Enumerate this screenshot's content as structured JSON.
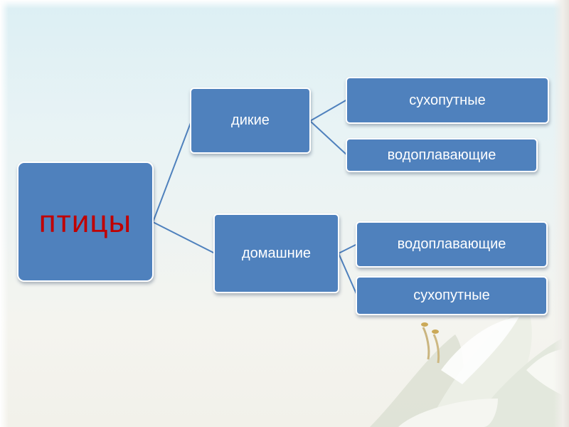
{
  "diagram": {
    "root": {
      "label": "птицы"
    },
    "branches": [
      {
        "label": "дикие",
        "children": [
          {
            "label": "сухопутные"
          },
          {
            "label": "водоплавающие"
          }
        ]
      },
      {
        "label": "домашние",
        "children": [
          {
            "label": "водоплавающие"
          },
          {
            "label": "сухопутные"
          }
        ]
      }
    ]
  },
  "colors": {
    "node_fill": "#4f81bd",
    "node_border": "#ffffff",
    "root_text": "#c00000",
    "node_text": "#ffffff",
    "connector": "#4f81bd"
  }
}
